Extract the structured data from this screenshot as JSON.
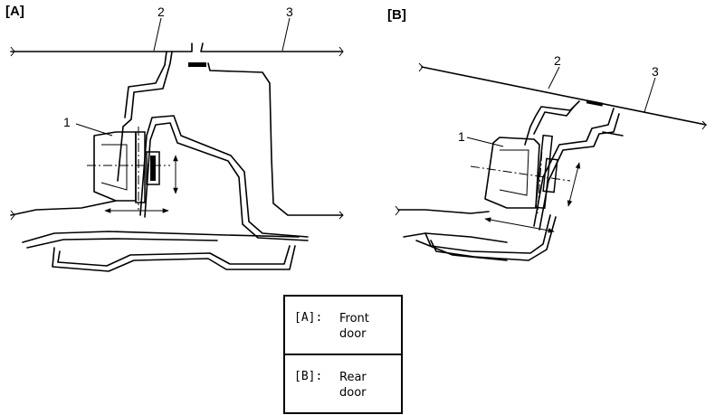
{
  "panels": [
    {
      "label": "[A]"
    },
    {
      "label": "[B]"
    }
  ],
  "callouts": {
    "a": [
      "1",
      "2",
      "3"
    ],
    "b": [
      "1",
      "2",
      "3"
    ]
  },
  "legend": [
    {
      "key": "[A]:",
      "value": "Front door"
    },
    {
      "key": "[B]:",
      "value": "Rear door"
    }
  ]
}
